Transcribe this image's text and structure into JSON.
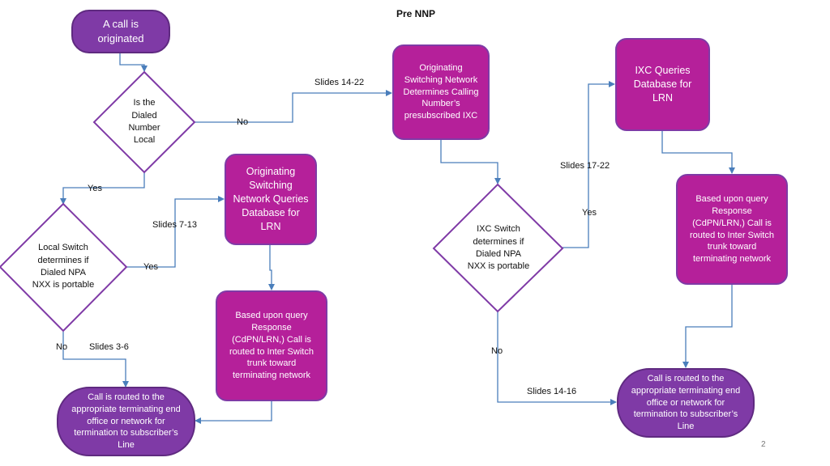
{
  "title": "Pre NNP",
  "page_number": "2",
  "colors": {
    "node_purple": "#7f3aa6",
    "node_magenta": "#b5209a",
    "connector": "#4a7ebb"
  },
  "nodes": {
    "call_originated": "A call is originated",
    "is_local": "Is the Dialed Number Local",
    "local_switch_portable": "Local Switch determines if Dialed NPA NXX is portable",
    "osn_queries_lrn": "Originating Switching Network Queries Database for LRN",
    "query_response_left": "Based upon query Response (CdPN/LRN,) Call is routed to Inter Switch trunk toward terminating network",
    "routed_left": "Call is routed to the appropriate terminating end office or network for termination to subscriber’s Line",
    "osn_determines_ixc": "Originating Switching Network Determines Calling Number’s presubscribed IXC",
    "ixc_portable": "IXC Switch determines if Dialed NPA NXX is portable",
    "ixc_queries_lrn": "IXC Queries Database for LRN",
    "query_response_right": "Based upon query Response (CdPN/LRN,) Call is routed to Inter Switch trunk toward terminating network",
    "routed_right": "Call is routed to the appropriate terminating end office or network for termination to subscriber’s Line"
  },
  "edge_labels": {
    "no_local": "No",
    "yes_local": "Yes",
    "slides_14_22": "Slides 14-22",
    "slides_7_13": "Slides 7-13",
    "yes_portable": "Yes",
    "no_portable": "No",
    "slides_3_6": "Slides 3-6",
    "slides_17_22": "Slides 17-22",
    "yes_ixc": "Yes",
    "no_ixc": "No",
    "slides_14_16": "Slides 14-16"
  }
}
